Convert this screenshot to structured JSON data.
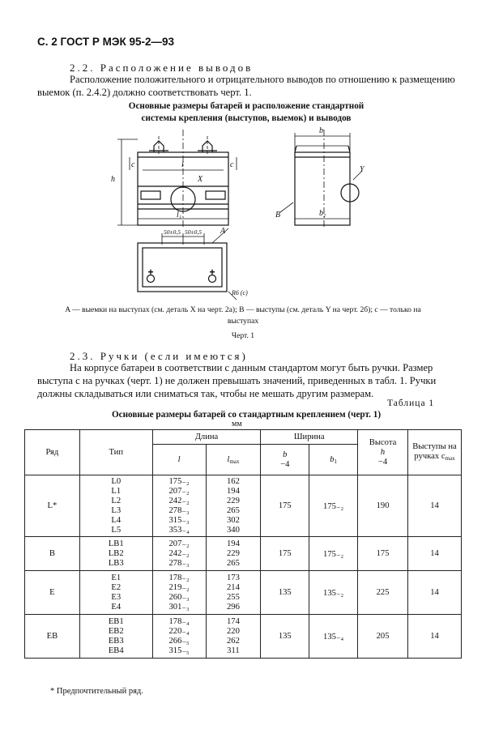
{
  "header": "С. 2 ГОСТ Р МЭК 95-2—93",
  "section_2_2": {
    "title": "2.2.  Расположение выводов",
    "text": "Расположение положительного и отрицательного выводов по отношению к размещению выемок (п. 2.4.2) должно соответствовать черт. 1."
  },
  "figure": {
    "caption_line1": "Основные размеры батарей и расположение стандартной",
    "caption_line2": "системы крепления (выступов, выемок) и выводов",
    "labels": {
      "h": "h",
      "l": "l",
      "l1": "l₁",
      "x": "X",
      "a": "A",
      "c1": "c",
      "c2": "c",
      "b": "b",
      "b1": "b₁",
      "y": "Y",
      "bb": "B",
      "dim1": "50±0,5",
      "dim2": "50±0,5",
      "r6": "R6 (c)",
      "plus": "+"
    },
    "legend": "A — выемки на выступах (см. деталь X на черт. 2а); B — выступы (см. деталь Y на черт. 2б); c — только на выступах",
    "number": "Черт. 1"
  },
  "section_2_3": {
    "title": "2.3.  Ручки  (если  имеются)",
    "text": "На корпусе батареи в соответствии с данным стандартом могут быть ручки. Размер выступа c на ручках (черт. 1) не должен превышать значений, приведенных в табл. 1. Ручки должны складываться или сниматься так, чтобы не мешать другим размерам."
  },
  "table": {
    "label": "Таблица 1",
    "title": "Основные размеры батарей со стандартным креплением (черт. 1)",
    "unit": "мм",
    "headers": {
      "row": "Ряд",
      "type": "Тип",
      "length": "Длина",
      "width": "Ширина",
      "height": "Высота",
      "height_sym": "h",
      "height_tol": "−4",
      "proj": "Выступы на",
      "proj2": "ручках c",
      "l": "l",
      "lmax": "l",
      "b": "b",
      "b_tol": "−4",
      "b1": "b"
    },
    "rows": [
      {
        "series": "L*",
        "types": [
          "L0",
          "L1",
          "L2",
          "L3",
          "L4",
          "L5"
        ],
        "l": [
          "175₋₂",
          "207₋₂",
          "242₋₂",
          "278₋₃",
          "315₋₃",
          "353₋₄"
        ],
        "lmax": [
          "162",
          "194",
          "229",
          "265",
          "302",
          "340"
        ],
        "b": "175",
        "b1": "175₋₂",
        "h": "190",
        "c": "14"
      },
      {
        "series": "B",
        "types": [
          "LB1",
          "LB2",
          "LB3"
        ],
        "l": [
          "207₋₂",
          "242₋₂",
          "278₋₃"
        ],
        "lmax": [
          "194",
          "229",
          "265"
        ],
        "b": "175",
        "b1": "175₋₂",
        "h": "175",
        "c": "14"
      },
      {
        "series": "E",
        "types": [
          "E1",
          "E2",
          "E3",
          "E4"
        ],
        "l": [
          "178₋₂",
          "219₋₂",
          "260₋₃",
          "301₋₃"
        ],
        "lmax": [
          "173",
          "214",
          "255",
          "296"
        ],
        "b": "135",
        "b1": "135₋₂",
        "h": "225",
        "c": "14"
      },
      {
        "series": "EB",
        "types": [
          "EB1",
          "EB2",
          "EB3",
          "EB4"
        ],
        "l": [
          "178₋₄",
          "220₋₄",
          "266₋₅",
          "315₋₅"
        ],
        "lmax": [
          "174",
          "220",
          "262",
          "311"
        ],
        "b": "135",
        "b1": "135₋₄",
        "h": "205",
        "c": "14"
      }
    ],
    "footnote": "* Предпочтительный ряд."
  }
}
